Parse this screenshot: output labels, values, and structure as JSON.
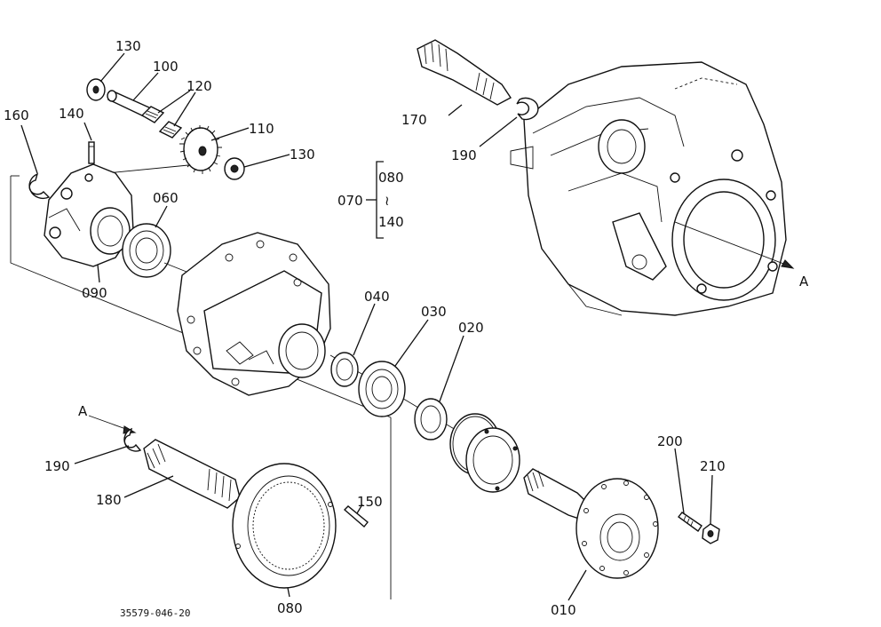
{
  "diagram": {
    "drawing_number": "35579-046-20",
    "axis_markers": {
      "arrow_left": "A",
      "arrow_right": "A"
    },
    "group_bracket": {
      "label": "070",
      "top": "080",
      "tilde": "≀",
      "bottom": "140"
    },
    "parts": {
      "p010": "010",
      "p020": "020",
      "p030": "030",
      "p040": "040",
      "p060": "060",
      "p080": "080",
      "p090": "090",
      "p100": "100",
      "p110": "110",
      "p120": "120",
      "p130a": "130",
      "p130b": "130",
      "p140": "140",
      "p150": "150",
      "p160": "160",
      "p170": "170",
      "p180": "180",
      "p190a": "190",
      "p190b": "190",
      "p200": "200",
      "p210": "210"
    }
  }
}
